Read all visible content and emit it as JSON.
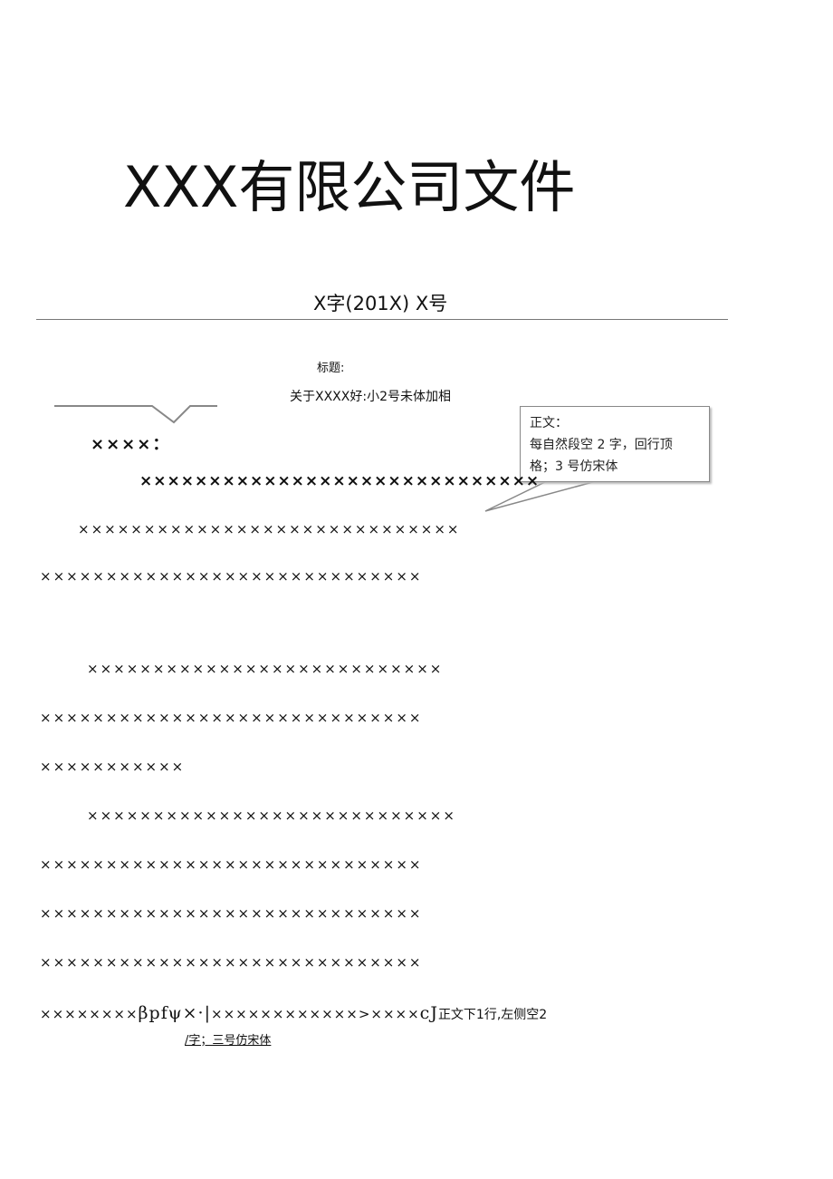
{
  "document": {
    "title": "XXX有限公司文件",
    "doc_number": "X字(201X) X号",
    "title_label": "标题:",
    "title_value": "关于XXXX好:小2号未体加相",
    "addressee": "××××：",
    "body_lines": [
      "×××××××××××××××××××××××××××××",
      "×××××××××××××××××××××××××××××",
      "×××××××××××××××××××××××××××××",
      "×××××××××××××××××××××××××××",
      "×××××××××××××××××××××××××××××",
      "×××××××××××",
      "××××××××××××××××××××××××××××",
      "×××××××××××××××××××××××××××××",
      "×××××××××××××××××××××××××××××",
      "×××××××××××××××××××××××××××××"
    ],
    "last_line": {
      "start": "××××××××",
      "sig": "βpfψ×·|",
      "middle": "××××××××××××>××××",
      "sig2": "cJ",
      "note": "正文下1行,左侧空2"
    },
    "last_note_line2": "/字；三号仿宋体"
  },
  "callout": {
    "line1": "正文：",
    "line2": "每自然段空 2 字，回行顶",
    "line3": "格；3 号仿宋体"
  }
}
